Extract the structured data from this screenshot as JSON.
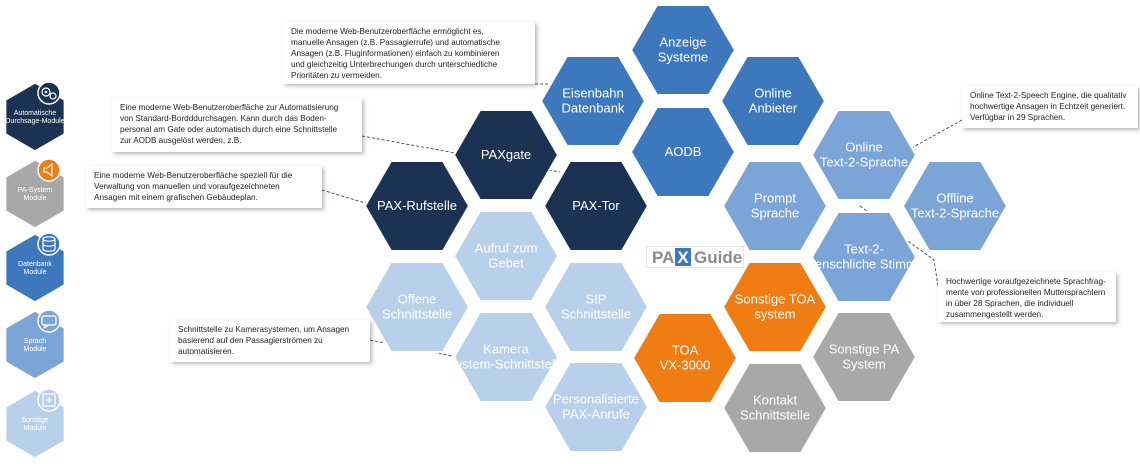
{
  "sidebar": {
    "items": [
      {
        "label_lines": [
          "Automatische",
          "Durchsage-Module"
        ],
        "icon": "gears-icon",
        "color": "#1b3252",
        "icon_color": "#1b3252",
        "active": true
      },
      {
        "label_lines": [
          "PA-System",
          "Module"
        ],
        "icon": "speaker-icon",
        "color": "#a8a8a8",
        "icon_color": "#f07d14",
        "active": false
      },
      {
        "label_lines": [
          "Datenbank",
          "Module"
        ],
        "icon": "database-icon",
        "color": "#3d78bd",
        "icon_color": "#3d78bd",
        "active": false
      },
      {
        "label_lines": [
          "Sprach",
          "Module"
        ],
        "icon": "speech-bubble-icon",
        "color": "#7ba5d6",
        "icon_color": "#7ba5d6",
        "active": false
      },
      {
        "label_lines": [
          "Sonstige",
          "Module"
        ],
        "icon": "plus-window-icon",
        "color": "#b9d0ea",
        "icon_color": "#b9d0ea",
        "active": false
      }
    ]
  },
  "hexagons": [
    {
      "id": "anzeige",
      "lines": [
        "Anzeige",
        "Systeme"
      ],
      "color": "#3d78bd",
      "text": "#ffffff"
    },
    {
      "id": "eisenbahn",
      "lines": [
        "Eisenbahn",
        "Datenbank"
      ],
      "color": "#3d78bd",
      "text": "#ffffff"
    },
    {
      "id": "online-anbieter",
      "lines": [
        "Online",
        "Anbieter"
      ],
      "color": "#3d78bd",
      "text": "#ffffff"
    },
    {
      "id": "aodb",
      "lines": [
        "AODB"
      ],
      "color": "#3d78bd",
      "text": "#ffffff"
    },
    {
      "id": "paxgate",
      "lines": [
        "PAXgate"
      ],
      "color": "#1b3252",
      "text": "#ffffff"
    },
    {
      "id": "pax-rufstelle",
      "lines": [
        "PAX-Rufstelle"
      ],
      "color": "#1b3252",
      "text": "#ffffff"
    },
    {
      "id": "pax-tor",
      "lines": [
        "PAX-Tor"
      ],
      "color": "#1b3252",
      "text": "#ffffff"
    },
    {
      "id": "online-tts",
      "lines": [
        "Online",
        "Text-2-Sprache"
      ],
      "color": "#7ba5d6",
      "text": "#ffffff"
    },
    {
      "id": "prompt",
      "lines": [
        "Prompt",
        "Sprache"
      ],
      "color": "#7ba5d6",
      "text": "#ffffff"
    },
    {
      "id": "offline-tts",
      "lines": [
        "Offline",
        "Text-2-Sprache"
      ],
      "color": "#7ba5d6",
      "text": "#ffffff"
    },
    {
      "id": "text-menschlich",
      "lines": [
        "Text-2-",
        "Menschliche Stimme"
      ],
      "color": "#7ba5d6",
      "text": "#ffffff"
    },
    {
      "id": "aufruf",
      "lines": [
        "Aufruf zum",
        "Gebet"
      ],
      "color": "#b9d0ea",
      "text": "#ffffff"
    },
    {
      "id": "offene",
      "lines": [
        "Offene",
        "Schnittstelle"
      ],
      "color": "#b9d0ea",
      "text": "#ffffff"
    },
    {
      "id": "sip",
      "lines": [
        "SIP",
        "Schnittstelle"
      ],
      "color": "#b9d0ea",
      "text": "#ffffff"
    },
    {
      "id": "kamera",
      "lines": [
        "Kamera",
        "System-Schnittstelle"
      ],
      "color": "#b9d0ea",
      "text": "#ffffff"
    },
    {
      "id": "personalisierte",
      "lines": [
        "Personalisierte",
        "PAX-Anrufe"
      ],
      "color": "#b9d0ea",
      "text": "#ffffff"
    },
    {
      "id": "sonstige-toa",
      "lines": [
        "Sonstige TOA",
        "system"
      ],
      "color": "#f07d14",
      "text": "#ffffff"
    },
    {
      "id": "toa-vx",
      "lines": [
        "TOA",
        "VX-3000"
      ],
      "color": "#f07d14",
      "text": "#ffffff"
    },
    {
      "id": "sonstige-pa",
      "lines": [
        "Sonstige PA",
        "System"
      ],
      "color": "#a8a8a8",
      "text": "#ffffff"
    },
    {
      "id": "kontakt",
      "lines": [
        "Kontakt",
        "Schnittstelle"
      ],
      "color": "#a8a8a8",
      "text": "#ffffff"
    }
  ],
  "notes": [
    {
      "id": "note-web-ui",
      "lines": [
        "Die moderne Web-Benutzeroberfläche ermöglicht es,",
        "manuelle Ansagen (z.B. Passagierrufe) und automatische",
        "Ansagen (z.B. Fluginformationen) einfach zu kombinieren",
        "und gleichzeitig Unterbrechungen durch unterschiedliche",
        "Prioritäten zu vermeiden."
      ]
    },
    {
      "id": "note-automatisierung",
      "lines": [
        "Eine moderne Web-Benutzeroberfläche zur Automatisierung",
        "von Standard-Bordddurchsagen. Kann durch das Boden-",
        "personal am Gate oder automatisch durch eine Schnittstelle",
        "zur AODB ausgelöst werden, z.B."
      ]
    },
    {
      "id": "note-gebaeudeplan",
      "lines": [
        "Eine moderne Web-Benutzeroberfläche speziell für die",
        "Verwaltung von manuellen und voraufgezeichneten",
        "Ansagen mit einem grafischen Gebäudeplan."
      ]
    },
    {
      "id": "note-tts-engine",
      "lines": [
        "Online Text-2-Speech Engine, die qualitativ",
        "hochwertige Ansagen in Echtzeit generiert.",
        "Verfügbar in 29 Sprachen."
      ]
    },
    {
      "id": "note-sprachfragmente",
      "lines": [
        "Hochwertige voraufgezeichnete Sprachfrag-",
        "mente von professionellen Muttersprachlern",
        "in über 28 Sprachen, die individuell",
        "zusammengestellt werden."
      ]
    },
    {
      "id": "note-kamera",
      "lines": [
        "Schnittstelle zu Kamerasystemen, um Ansagen",
        "basierend auf den Passagierströmen zu",
        "automatisieren."
      ]
    }
  ],
  "logo": {
    "part1": "PA",
    "part2": "X",
    "part3": "Guide",
    "color_dark": "#8a8a8a",
    "color_accent": "#3d78bd"
  }
}
